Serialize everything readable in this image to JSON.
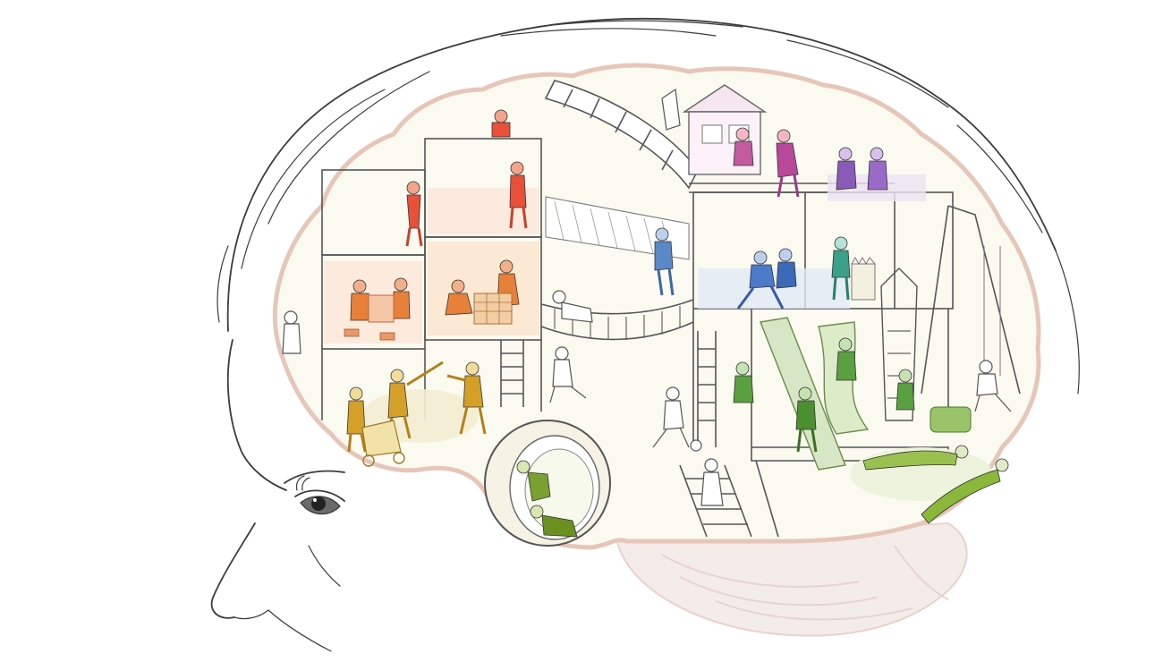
{
  "illustration": {
    "background": "#ffffff",
    "line_color": "#3c3c3c",
    "brain_fill": "#fbfaf0",
    "brain_outline": "#e6c6b8",
    "cerebellum_color": "#f1e6e2",
    "regions": [
      {
        "name": "frontal-building",
        "color": "#f0a070"
      },
      {
        "name": "frontal-blocks",
        "color": "#e8803a"
      },
      {
        "name": "motor-dress-up",
        "color": "#e8503a"
      },
      {
        "name": "playhouse",
        "color": "#c45aa0"
      },
      {
        "name": "parietal-friends",
        "color": "#8a5ab8"
      },
      {
        "name": "wrestling",
        "color": "#4a7ac8"
      },
      {
        "name": "climbing-net",
        "color": "#5a88c8"
      },
      {
        "name": "castle-builder",
        "color": "#3aa088"
      },
      {
        "name": "slides-and-ladders",
        "color": "#5aa040"
      },
      {
        "name": "resting-kids",
        "color": "#8ab83a"
      },
      {
        "name": "stroller-sword-play",
        "color": "#d4a028"
      },
      {
        "name": "tunnel-crawlers",
        "color": "#7aa030"
      }
    ]
  }
}
